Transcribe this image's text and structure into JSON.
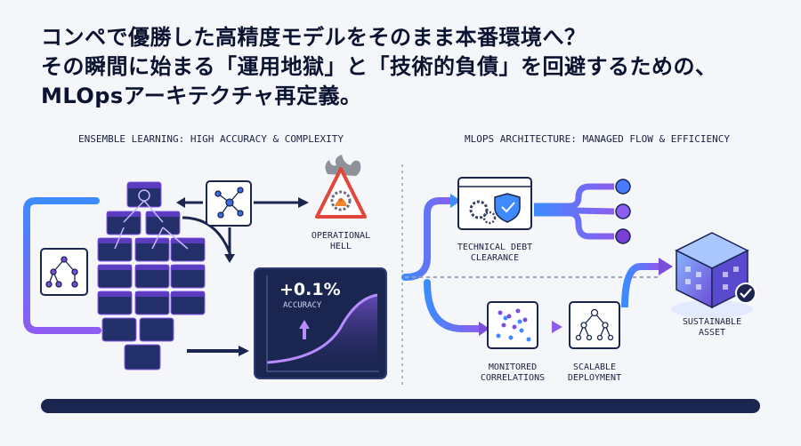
{
  "headline": {
    "line1": "コンペで優勝した高精度モデルをそのまま本番環境へ？",
    "line2": "その瞬間に始まる「運用地獄」と「技術的負債」を回避するための、",
    "line3": "MLOpsアーキテクチャ再定義。"
  },
  "left_panel": {
    "heading": "ENSEMBLE LEARNING: HIGH ACCURACY & COMPLEXITY",
    "hazard_label_line1": "OPERATIONAL",
    "hazard_label_line2": "HELL",
    "accuracy_value": "+0.1%",
    "accuracy_label": "ACCURACY"
  },
  "right_panel": {
    "heading": "MLOPS ARCHITECTURE: MANAGED FLOW & EFFICIENCY",
    "debt_label_line1": "TECHNICAL DEBT",
    "debt_label_line2": "CLEARANCE",
    "monitor_label_line1": "MONITORED",
    "monitor_label_line2": "CORRELATIONS",
    "deploy_label_line1": "SCALABLE",
    "deploy_label_line2": "DEPLOYMENT",
    "asset_label_line1": "SUSTAINABLE",
    "asset_label_line2": "ASSET"
  },
  "colors": {
    "navy": "#1a2550",
    "purple": "#7b4ddb",
    "blue": "#3d8bff",
    "warning": "#e0463a"
  }
}
